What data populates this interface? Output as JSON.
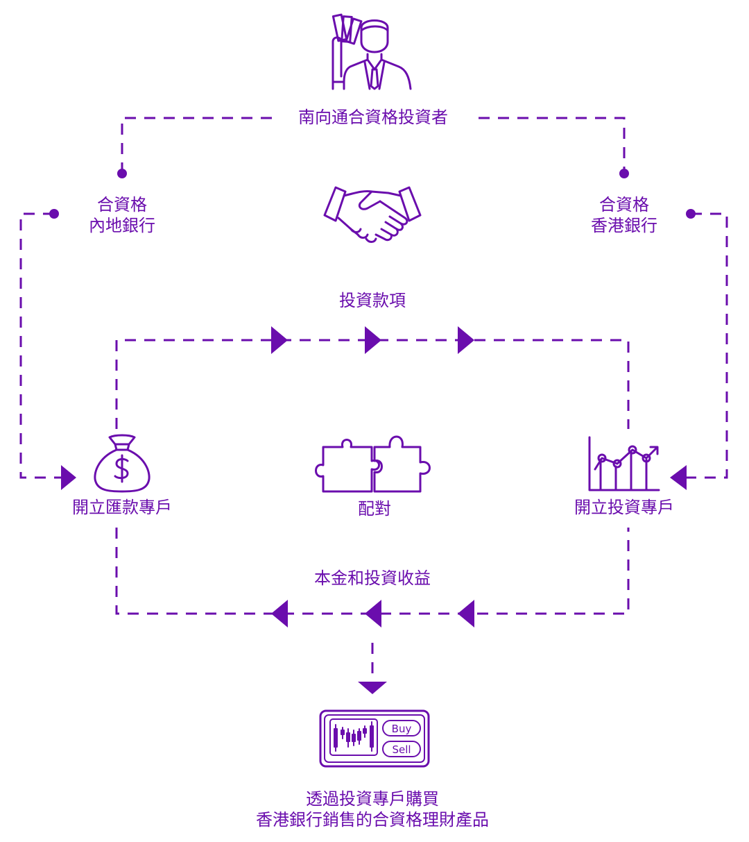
{
  "colors": {
    "accent": "#6a0dad",
    "background": "#ffffff"
  },
  "nodes": {
    "investor": {
      "label": "南向通合資格投資者",
      "icon": "businessman-holding-cash-icon"
    },
    "mainland_bank": {
      "line1": "合資格",
      "line2": "內地銀行"
    },
    "hk_bank": {
      "line1": "合資格",
      "line2": "香港銀行"
    },
    "handshake": {
      "icon": "handshake-icon"
    },
    "remit_account": {
      "label": "開立匯款專戶",
      "icon": "money-bag-icon"
    },
    "investment_account": {
      "label": "開立投資專戶",
      "icon": "growth-chart-icon"
    },
    "matching": {
      "label": "配對",
      "icon": "puzzle-pieces-icon"
    },
    "products": {
      "line1": "透過投資專戶購買",
      "line2": "香港銀行銷售的合資格理財產品",
      "icon": "trading-screen-icon",
      "buy_label": "Buy",
      "sell_label": "Sell"
    }
  },
  "flows": {
    "investment_funds": "投資款項",
    "principal_returns": "本金和投資收益"
  }
}
